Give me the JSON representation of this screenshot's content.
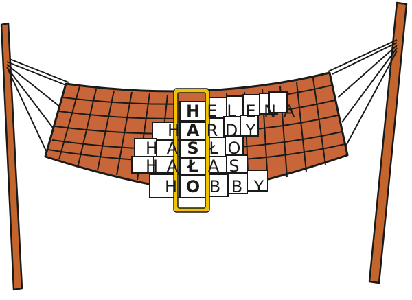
{
  "colors": {
    "post": "#c4652e",
    "net": "#c8663a",
    "outline": "#1a1a1a",
    "cell_light": "#ffffff",
    "highlight": "#f2c200"
  },
  "crossword": {
    "rows": [
      {
        "word": "HELENA",
        "key_index": 0
      },
      {
        "word": "HARDY",
        "key_index": 1
      },
      {
        "word": "HASŁO",
        "key_index": 2
      },
      {
        "word": "HAŁAS",
        "key_index": 2
      },
      {
        "word": "HOBBY",
        "key_index": 1
      }
    ],
    "key_word": "HASŁO"
  }
}
